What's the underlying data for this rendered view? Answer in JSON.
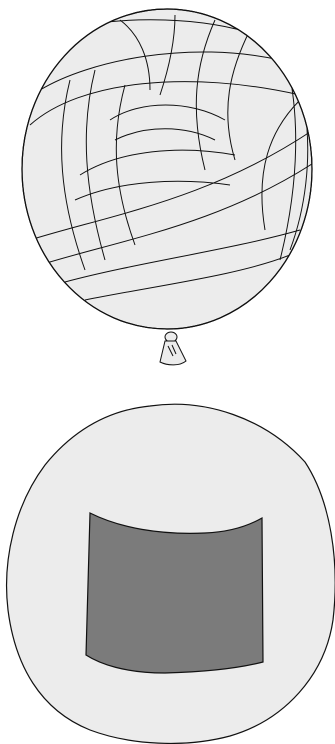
{
  "scene": {
    "background": "#ffffff",
    "fill_light": "#ececec",
    "fill_dark": "#7b7b7b",
    "stroke": "#111111",
    "objects": [
      {
        "id": "yarn-ball-balloon",
        "kind": "illustration"
      },
      {
        "id": "round-disc-with-dark-panel",
        "kind": "illustration"
      }
    ]
  }
}
